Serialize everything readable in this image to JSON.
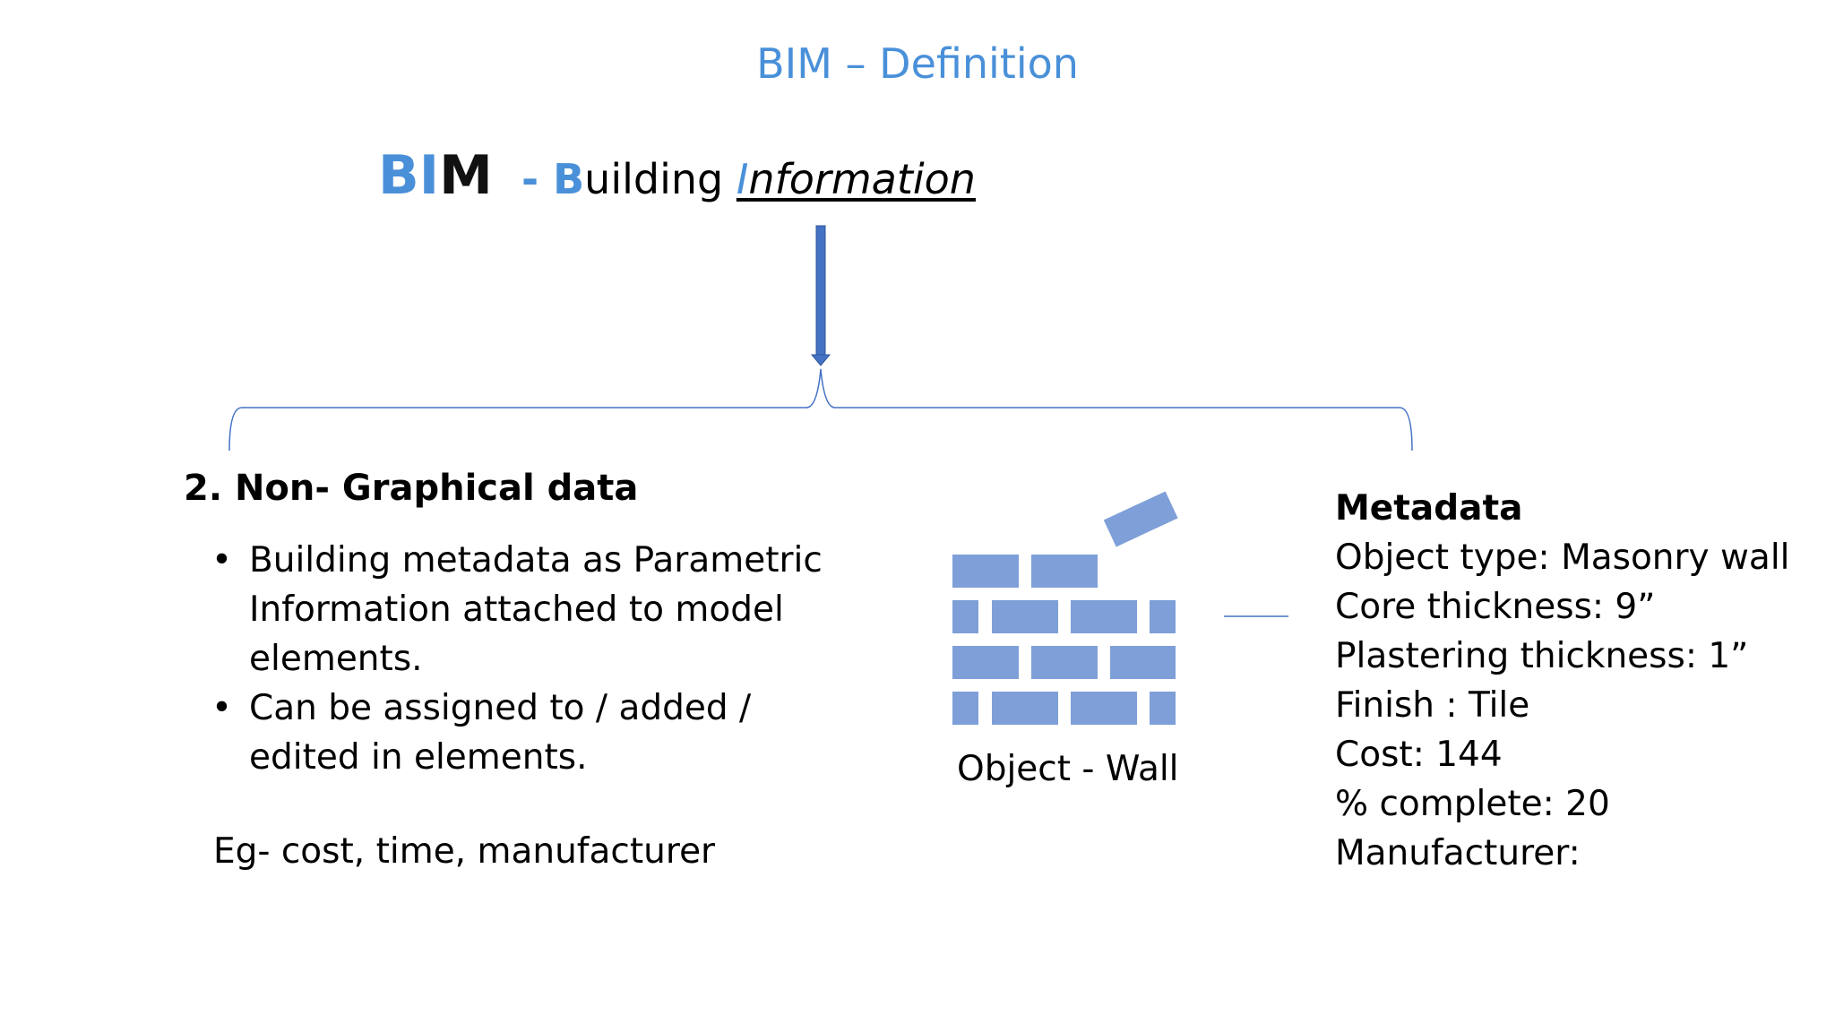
{
  "title": "BIM – Definition",
  "acronym": {
    "letters_blue": "BI",
    "letters_black": "M",
    "dash_prefix": "- ",
    "building_initial": "B",
    "building_rest": "uilding ",
    "information_initial": "I",
    "information_rest": "nformation"
  },
  "left": {
    "heading": "2. Non- Graphical data",
    "bullets": [
      "Building metadata as Parametric Information attached to model elements.",
      "Can be assigned to / added / edited in  elements."
    ],
    "example": "Eg- cost, time, manufacturer"
  },
  "center": {
    "icon": "brick-wall-icon",
    "caption": "Object - Wall"
  },
  "right": {
    "title": "Metadata",
    "lines": [
      "Object type: Masonry wall",
      "Core thickness: 9”",
      "Plastering thickness: 1”",
      "Finish : Tile",
      "Cost: 144",
      "% complete: 20",
      "Manufacturer:"
    ]
  },
  "colors": {
    "accent": "#4a90d9",
    "arrow": "#4472c4",
    "brick": "#7f9fd8",
    "text": "#000000"
  }
}
